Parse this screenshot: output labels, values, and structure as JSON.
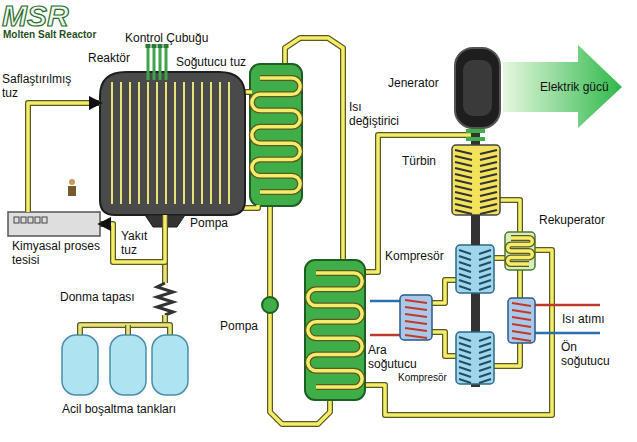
{
  "diagram": {
    "nodes": [
      {
        "text": [
          "Reaktör"
        ]
      },
      {
        "text": [
          "Kimyasal proses tesisi"
        ]
      }
    ],
    "edges": [
      {
        "from": 1,
        "to": 0,
        "arrow": "to",
        "label": "Saflaştırılmış tuz"
      },
      {
        "from": 0,
        "to": 1,
        "arrow": "to"
      }
    ],
    "labels": [
      "MSR",
      "Molten Salt Reactor",
      "Kontrol Çubuğu",
      "Soğutucu tuz",
      "Isı değiştirici",
      "Jenerator",
      "Elektrik gücü",
      "Türbin",
      "Rekuperator",
      "Yakıt tuz",
      "Pompa",
      "Kompresör",
      "Donma tapası",
      "Pompa",
      "Isı atımı",
      "Ara soğutucu",
      "Ön soğutucu",
      "Kompresör",
      "Acil boşaltma tankları"
    ]
  }
}
